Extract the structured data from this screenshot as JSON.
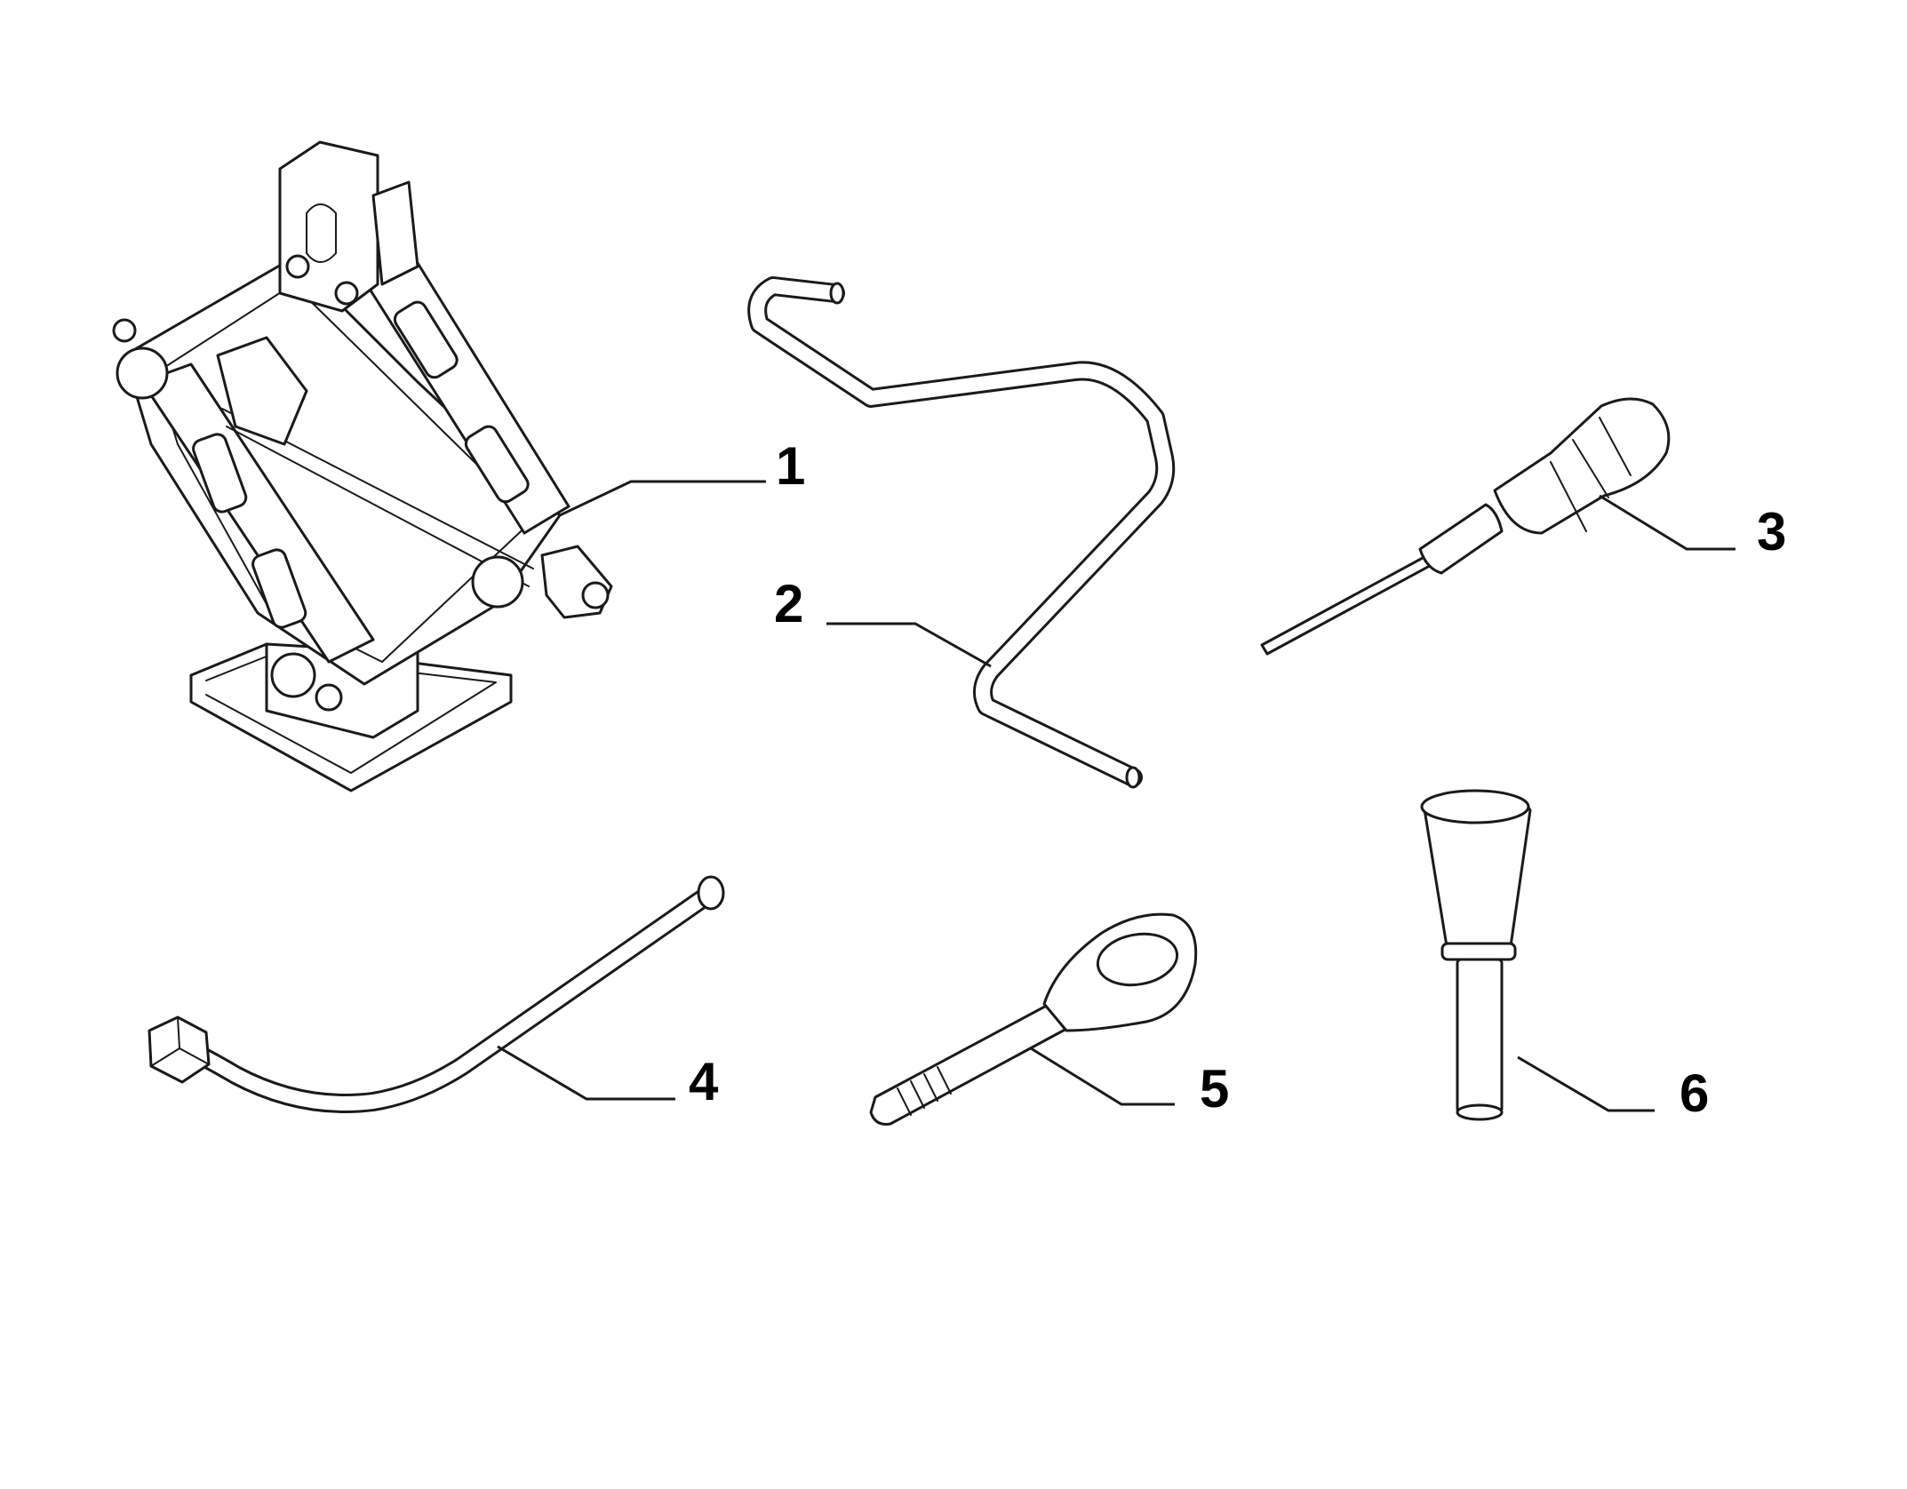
{
  "parts": [
    {
      "number": "1",
      "icon": "scissor-jack-icon"
    },
    {
      "number": "2",
      "icon": "crank-rod-icon"
    },
    {
      "number": "3",
      "icon": "screwdriver-icon"
    },
    {
      "number": "4",
      "icon": "wheel-wrench-icon"
    },
    {
      "number": "5",
      "icon": "tow-eye-bolt-icon"
    },
    {
      "number": "6",
      "icon": "alignment-pin-icon"
    }
  ]
}
